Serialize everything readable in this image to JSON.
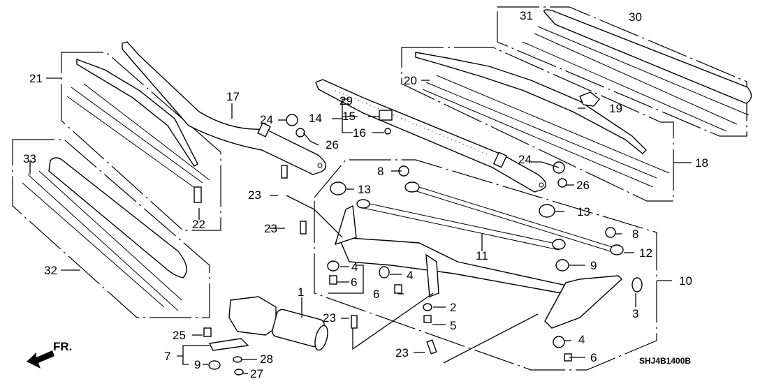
{
  "diagram": {
    "title": "Windshield Wiper Parts Diagram",
    "diagram_code": "SHJ4B1400B",
    "direction_indicator": "FR.",
    "callouts": [
      {
        "id": "1",
        "part": "wiper-motor"
      },
      {
        "id": "2",
        "part": "nut"
      },
      {
        "id": "3",
        "part": "rubber-bushing"
      },
      {
        "id": "4",
        "part": "grommet"
      },
      {
        "id": "5",
        "part": "bolt"
      },
      {
        "id": "6",
        "part": "collar"
      },
      {
        "id": "7",
        "part": "bracket-set"
      },
      {
        "id": "8",
        "part": "nut"
      },
      {
        "id": "9",
        "part": "grommet"
      },
      {
        "id": "10",
        "part": "wiper-link-assembly"
      },
      {
        "id": "11",
        "part": "link-rod"
      },
      {
        "id": "12",
        "part": "pivot-joint"
      },
      {
        "id": "13",
        "part": "pivot-nut"
      },
      {
        "id": "14",
        "part": "nozzle-set"
      },
      {
        "id": "15",
        "part": "washer-nozzle"
      },
      {
        "id": "16",
        "part": "screw"
      },
      {
        "id": "17",
        "part": "driver-wiper-arm"
      },
      {
        "id": "18",
        "part": "passenger-blade-set"
      },
      {
        "id": "19",
        "part": "blade-clip"
      },
      {
        "id": "20",
        "part": "passenger-wiper-blade"
      },
      {
        "id": "21",
        "part": "driver-blade-set"
      },
      {
        "id": "22",
        "part": "blade-rubber"
      },
      {
        "id": "23",
        "part": "flange-bolt"
      },
      {
        "id": "24",
        "part": "arm-cap"
      },
      {
        "id": "25",
        "part": "screw"
      },
      {
        "id": "26",
        "part": "flange-nut"
      },
      {
        "id": "27",
        "part": "nut"
      },
      {
        "id": "28",
        "part": "washer"
      },
      {
        "id": "29",
        "part": "passenger-wiper-arm"
      },
      {
        "id": "30",
        "part": "aero-blade-set"
      },
      {
        "id": "31",
        "part": "aero-blade-rubber"
      },
      {
        "id": "32",
        "part": "aero-blade-set"
      },
      {
        "id": "33",
        "part": "aero-blade-rubber"
      }
    ]
  }
}
